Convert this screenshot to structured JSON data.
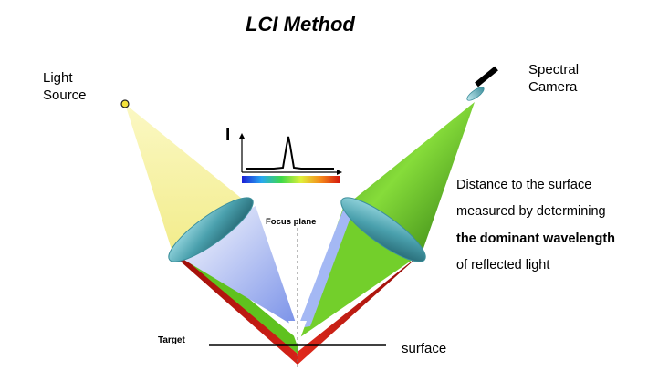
{
  "title": "LCI Method",
  "labels": {
    "light_source": "Light Source",
    "spectral_camera": "Spectral Camera",
    "focus_plane": "Focus plane",
    "target": "Target",
    "surface": "surface",
    "intensity_axis": "I"
  },
  "description": {
    "line1": "Distance to the surface",
    "line2": "measured by determining",
    "line3": "the dominant wavelength",
    "line4": "of reflected light"
  },
  "colors": {
    "light_cone": "#f7f29a",
    "lens": "#5fb6c0",
    "reflected_red": "#c41a12",
    "green_beam": "#7bd12a",
    "blue_beam": "#8fa8f0",
    "source_dot": "#f4e23a"
  },
  "icons": {
    "camera": "camera-icon",
    "source": "light-source-icon"
  }
}
